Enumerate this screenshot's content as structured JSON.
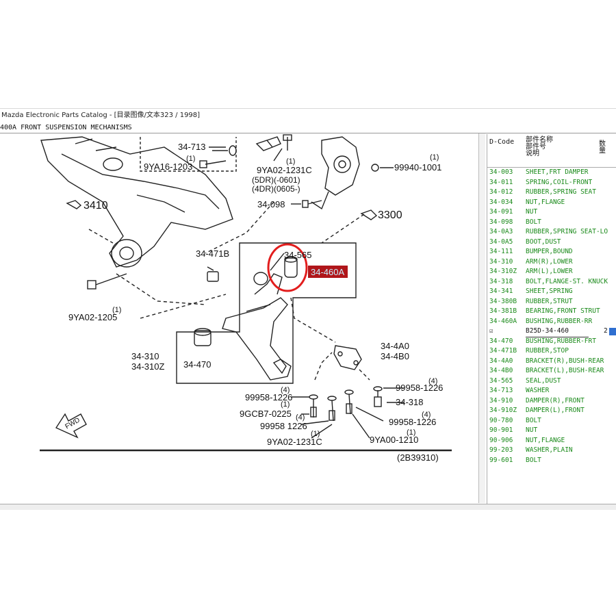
{
  "window": {
    "title": "Mazda Electronic Parts Catalog - [目录图像/文本323 / 1998]"
  },
  "page_header": "400A  FRONT SUSPENSION MECHANISMS",
  "diagram": {
    "ref_code": "(2B39310)",
    "fwd_label": "FWD",
    "callouts": {
      "c3410": "3410",
      "c3300": "3300",
      "c34713": "34-713",
      "c9YA161203": "9YA16-1203",
      "q_9YA16": "(1)",
      "c9YA021231C_top": "9YA02-1231C",
      "q_9YA02_top": "(1)",
      "c5DR": "(5DR)(-0601)",
      "c4DR": "(4DR)(0605-)",
      "c34098": "34-098",
      "c999401001": "99940-1001",
      "q_99940": "(1)",
      "c34471B": "34-471B",
      "c34565": "34-565",
      "c34460A": "34-460A",
      "c9YA021205": "9YA02-1205",
      "q_9YA021205": "(1)",
      "c34310": "34-310",
      "c34310Z": "34-310Z",
      "c34470": "34-470",
      "c344A0": "34-4A0",
      "c344B0": "34-4B0",
      "c999581226_r": "99958-1226",
      "q_r1": "(4)",
      "c34318": "34-318",
      "c999581226_l": "99958-1226",
      "q_l1": "(4)",
      "c9GCB70225": "9GCB7-0225",
      "q_9GCB": "(1)",
      "c999581226_m": "99958 1226",
      "q_m": "(4)",
      "c999581226_r2": "99958-1226",
      "q_r2": "(4)",
      "c9YA021231C_bot": "9YA02-1231C",
      "q_9YA02_bot": "(1)",
      "c9YA001210": "9YA00-1210",
      "q_9YA00": "(1)"
    },
    "highlight_color": "#b0161a",
    "circle_color": "#e21d1d"
  },
  "parts_list": {
    "header": {
      "code": "D-Code",
      "name_lines": [
        "部件名称",
        "部件号",
        "说明"
      ],
      "qty_lines": [
        "数",
        "量"
      ]
    },
    "rows": [
      {
        "code": "34-003",
        "name": "SHEET,FRT DAMPER"
      },
      {
        "code": "34-011",
        "name": "SPRING,COIL-FRONT"
      },
      {
        "code": "34-012",
        "name": "RUBBER,SPRING SEAT"
      },
      {
        "code": "34-034",
        "name": "NUT,FLANGE"
      },
      {
        "code": "34-091",
        "name": "NUT"
      },
      {
        "code": "34-098",
        "name": "BOLT"
      },
      {
        "code": "34-0A3",
        "name": "RUBBER,SPRING SEAT-LO"
      },
      {
        "code": "34-0A5",
        "name": "BOOT,DUST"
      },
      {
        "code": "34-111",
        "name": "BUMPER,BOUND"
      },
      {
        "code": "34-310",
        "name": "ARM(R),LOWER"
      },
      {
        "code": "34-310Z",
        "name": "ARM(L),LOWER"
      },
      {
        "code": "34-318",
        "name": "BOLT,FLANGE-ST. KNUCK"
      },
      {
        "code": "34-341",
        "name": "SHEET,SPRING"
      },
      {
        "code": "34-380B",
        "name": "RUBBER,STRUT"
      },
      {
        "code": "34-381B",
        "name": "BEARING,FRONT STRUT"
      },
      {
        "code": "34-460A",
        "name": "BUSHING,RUBBER-RR"
      }
    ],
    "selected_row": {
      "check": "☑",
      "name": "B25D-34-460",
      "qty": "2"
    },
    "rows2": [
      {
        "code": "34-470",
        "name": "BUSHING,RUBBER-FRT"
      },
      {
        "code": "34-471B",
        "name": "RUBBER,STOP"
      },
      {
        "code": "34-4A0",
        "name": "BRACKET(R),BUSH-REAR"
      },
      {
        "code": "34-4B0",
        "name": "BRACKET(L),BUSH-REAR"
      },
      {
        "code": "34-565",
        "name": "SEAL,DUST"
      },
      {
        "code": "34-713",
        "name": "WASHER"
      },
      {
        "code": "34-910",
        "name": "DAMPER(R),FRONT"
      },
      {
        "code": "34-910Z",
        "name": "DAMPER(L),FRONT"
      },
      {
        "code": "90-780",
        "name": "BOLT"
      },
      {
        "code": "90-901",
        "name": "NUT"
      },
      {
        "code": "90-906",
        "name": "NUT,FLANGE"
      },
      {
        "code": "99-203",
        "name": "WASHER,PLAIN"
      },
      {
        "code": "99-601",
        "name": "BOLT"
      }
    ]
  }
}
